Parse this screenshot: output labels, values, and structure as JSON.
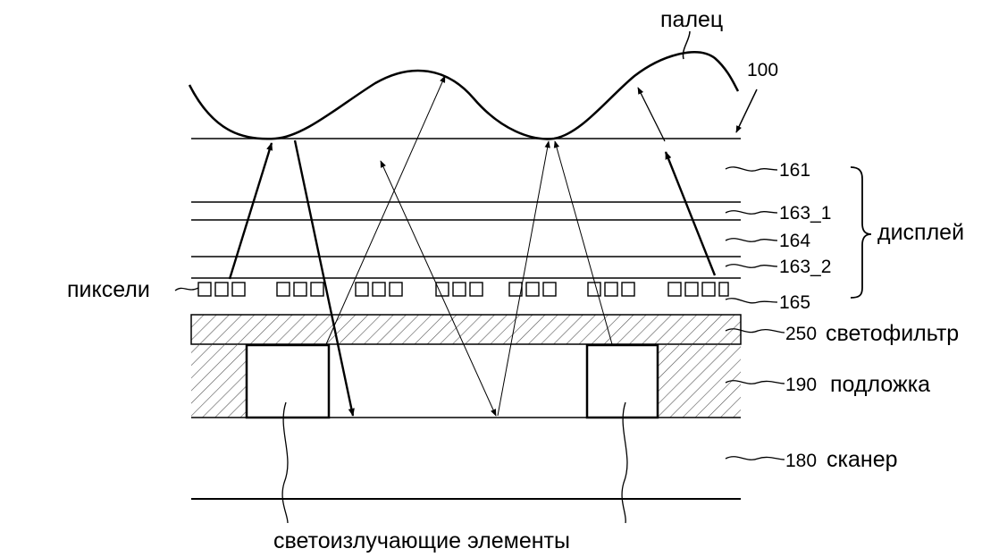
{
  "labels": {
    "finger": "палец",
    "device_ref": "100",
    "display_word": "дисплей",
    "pixels_word": "пиксели",
    "filter_word": "светофильтр",
    "substrate_word": "подложка",
    "scanner_word": "сканер",
    "emitters_word": "светоизлучающие элементы"
  },
  "layers": [
    {
      "ref": "161"
    },
    {
      "ref": "163_1"
    },
    {
      "ref": "164"
    },
    {
      "ref": "163_2"
    },
    {
      "ref": "165"
    },
    {
      "ref": "250"
    },
    {
      "ref": "190"
    },
    {
      "ref": "180"
    }
  ],
  "colors": {
    "line": "#000000",
    "background": "#ffffff"
  }
}
